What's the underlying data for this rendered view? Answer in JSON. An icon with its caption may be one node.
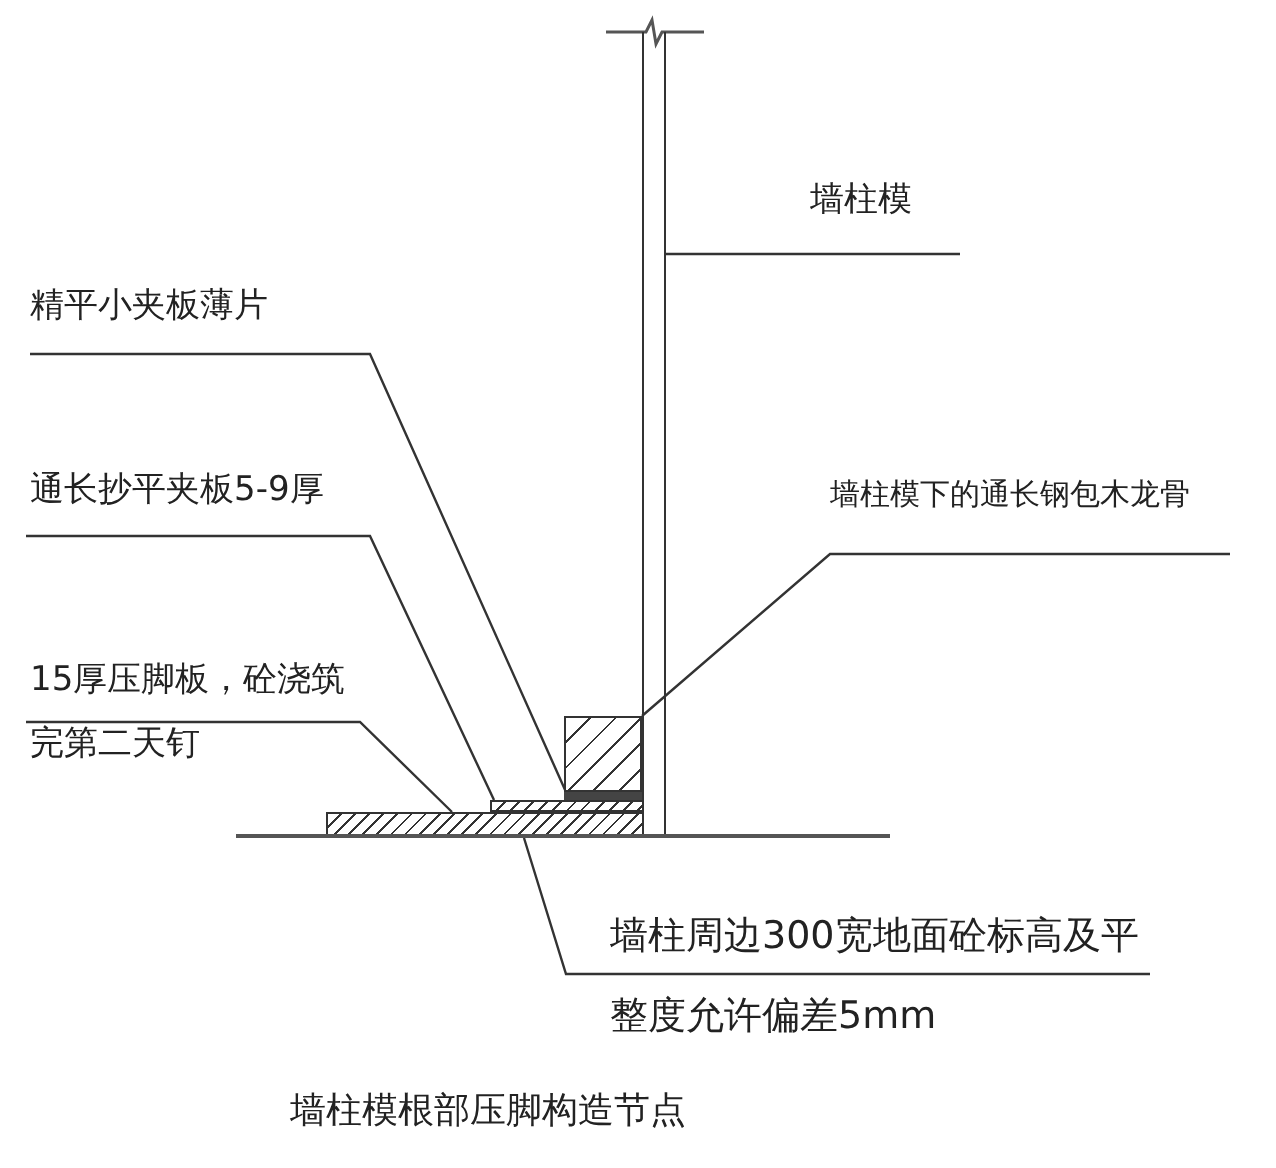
{
  "diagram": {
    "caption": "墙柱模根部压脚构造节点",
    "nodes": [
      {
        "text": [
          "墙柱模"
        ]
      },
      {
        "text": [],
        "shape": "box"
      },
      {
        "text": [
          "精平小夹板薄片"
        ]
      },
      {
        "text": [
          "通长抄平夹板5-9厚"
        ]
      },
      {
        "text": [
          "墙柱模下的通长钢包木龙骨"
        ]
      },
      {
        "text": [
          "15厚压脚板，砼浇筑完第二天钉"
        ]
      },
      {
        "text": [],
        "shape": "box"
      },
      {
        "text": [],
        "shape": "bar"
      },
      {
        "text": [],
        "shape": "bar"
      },
      {
        "text": [],
        "shape": "bar"
      },
      {
        "text": [],
        "shape": "line"
      },
      {
        "text": [
          "墙柱周边300宽地面砼标高及平整度允许偏差5mm"
        ]
      }
    ],
    "edges": [
      {
        "from": 0,
        "to": 1,
        "arrow": "none"
      },
      {
        "from": 2,
        "to": 7,
        "arrow": "none"
      },
      {
        "from": 3,
        "to": 8,
        "arrow": "none"
      },
      {
        "from": 4,
        "to": 6,
        "arrow": "none"
      },
      {
        "from": 5,
        "to": 9,
        "arrow": "none"
      },
      {
        "from": 11,
        "to": 10,
        "arrow": "none"
      }
    ]
  }
}
